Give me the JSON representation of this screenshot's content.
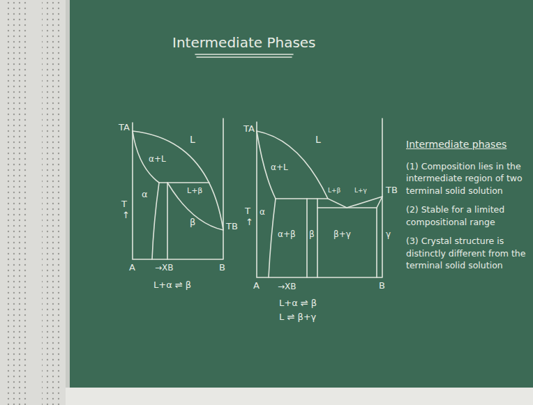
{
  "diagram": {
    "title": "Intermediate Phases",
    "labels": [
      "TA",
      "L",
      "α+L",
      "α",
      "L+β",
      "T",
      "↑",
      "β",
      "TB",
      "A",
      "→XB",
      "B",
      "L+α ⇌ β",
      "TA",
      "L",
      "α+L",
      "α",
      "T",
      "↑",
      "α+β",
      "β",
      "β+γ",
      "L+β",
      "L+γ",
      "TB",
      "γ",
      "A",
      "→XB",
      "B",
      "L+α ⇌ β",
      "L ⇌ β+γ",
      "Intermediate phases",
      "(1) Composition lies in the intermediate region of two terminal solid solution",
      "(2) Stable for a limited compositional range",
      "(3) Crystal structure is distinctly different from the terminal solid solution"
    ]
  }
}
